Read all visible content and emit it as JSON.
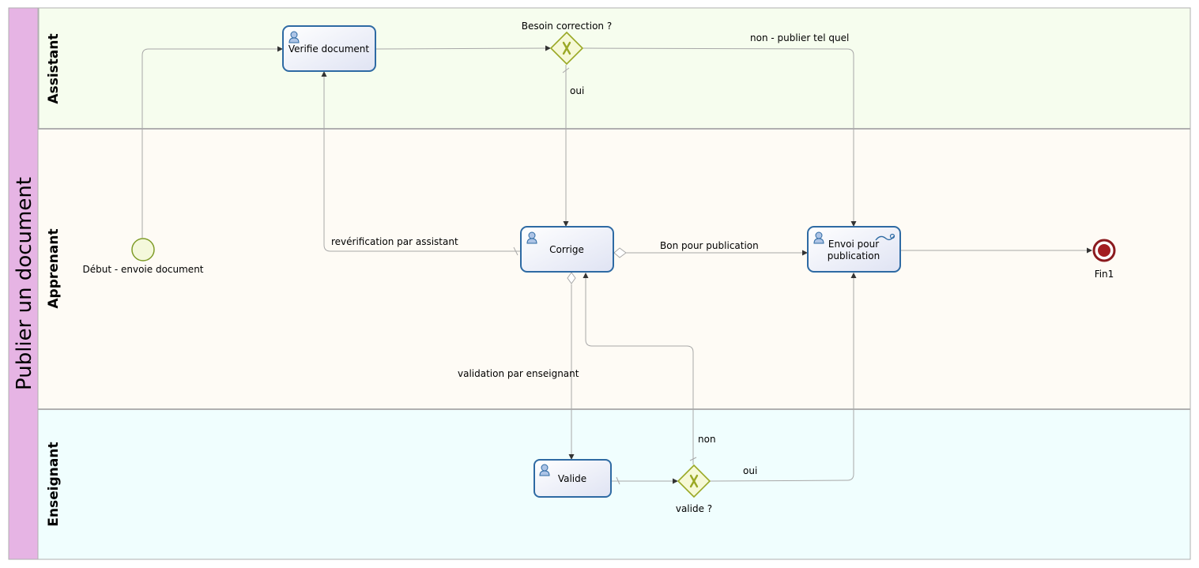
{
  "pool": {
    "title": "Publier un document"
  },
  "lanes": [
    {
      "id": "assistant",
      "title": "Assistant",
      "color": "#f6fdee"
    },
    {
      "id": "apprenant",
      "title": "Apprenant",
      "color": "#fefbf5"
    },
    {
      "id": "enseignant",
      "title": "Enseignant",
      "color": "#f0fefe"
    }
  ],
  "events": {
    "start": {
      "label": "Début - envoie document",
      "fill": "#f4f8db",
      "stroke": "#7f9c28"
    },
    "end": {
      "label": "Fin1",
      "fill": "#a31e22",
      "stroke": "#8b1a1e"
    }
  },
  "tasks": {
    "verifie": {
      "label": "Verifie document",
      "icon": "user-icon"
    },
    "corrige": {
      "label": "Corrige",
      "icon": "user-icon"
    },
    "envoi": {
      "label_line1": "Envoi pour",
      "label_line2": "publication",
      "icon": "user-icon",
      "icon2": "service-connector-icon"
    },
    "valide": {
      "label": "Valide",
      "icon": "user-icon"
    }
  },
  "gateways": {
    "besoin": {
      "label": "Besoin correction ?",
      "type": "exclusive"
    },
    "valide_q": {
      "label": "valide ?",
      "type": "exclusive"
    }
  },
  "flows": {
    "non_publier": "non - publier tel quel",
    "oui_1": "oui",
    "reverification": "revérification par assistant",
    "bon_pour": "Bon pour publication",
    "validation": "validation par enseignant",
    "non_2": "non",
    "oui_2": "oui"
  },
  "colors": {
    "pool_header": "#e6b4e4",
    "lane_border": "#b0b0b0",
    "task_stroke": "#2e6aa3",
    "flow_stroke": "#a8a8a8",
    "gateway_stroke": "#9aa824"
  }
}
